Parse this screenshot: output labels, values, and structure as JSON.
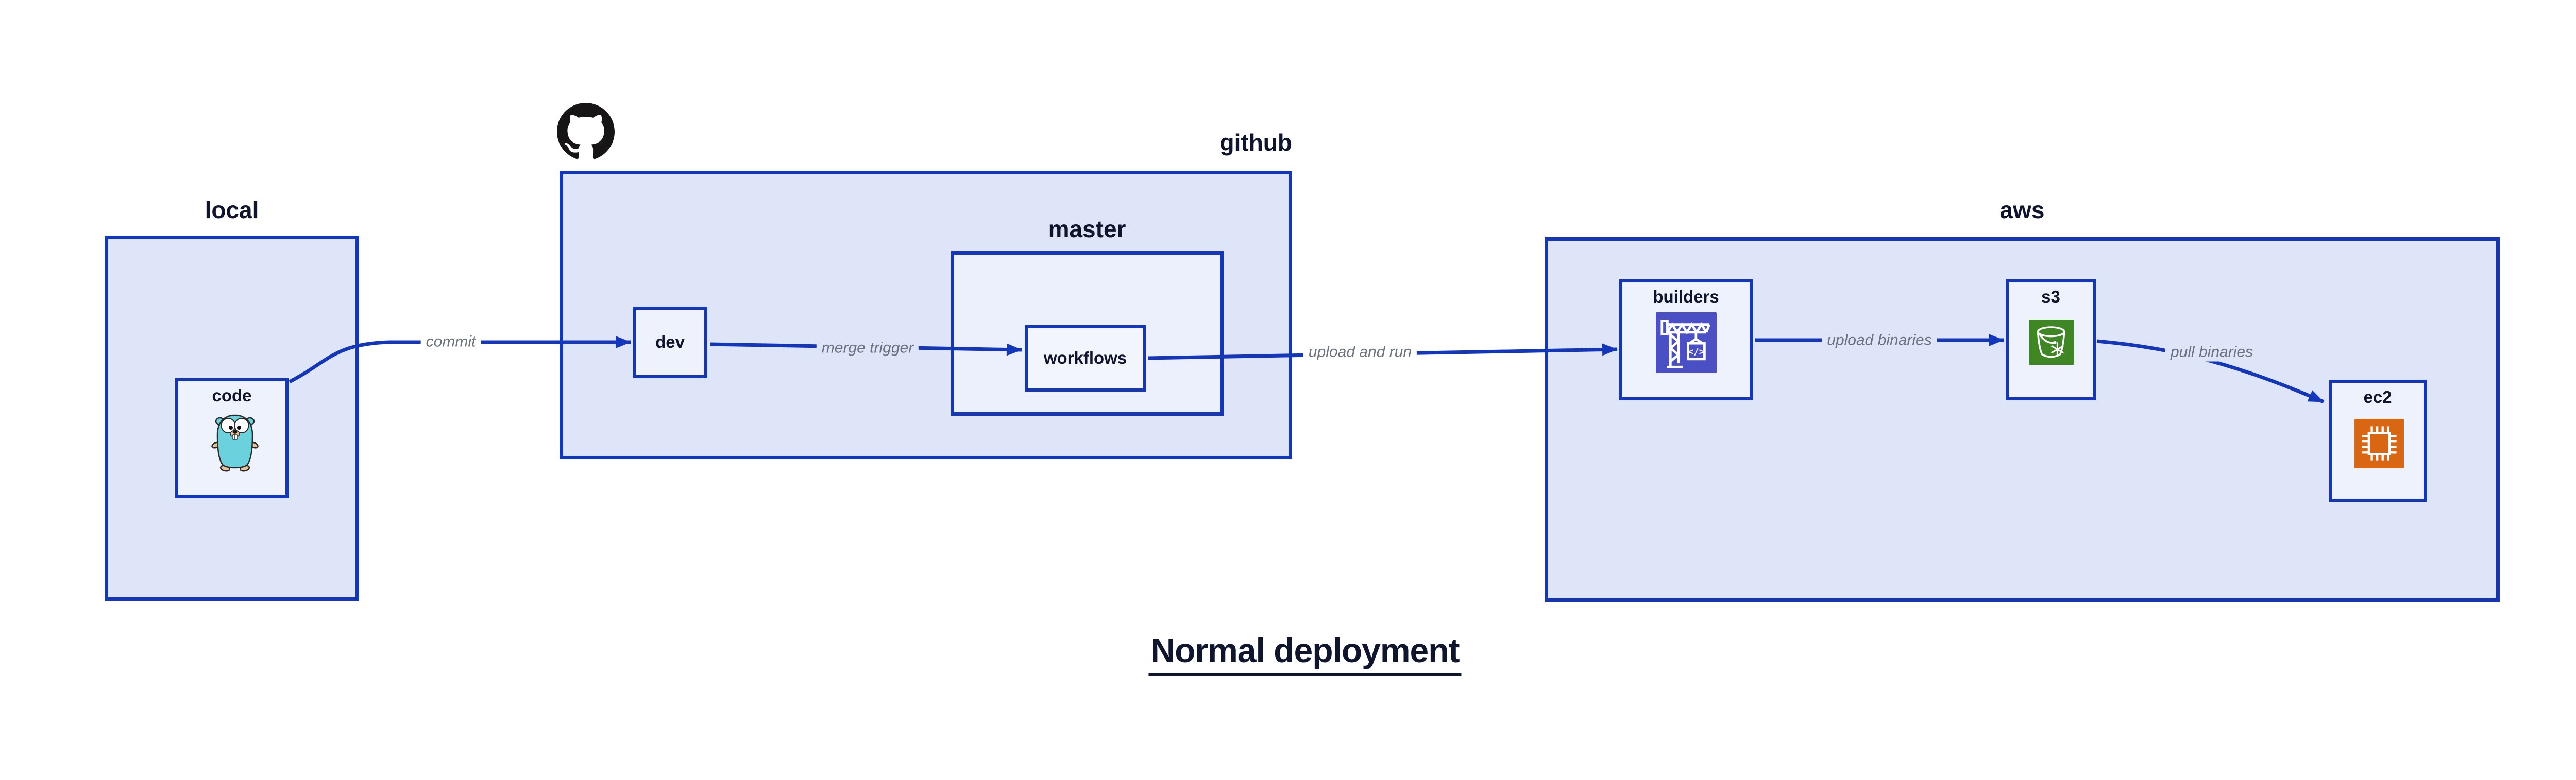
{
  "title": {
    "text": "Normal deployment"
  },
  "groups": {
    "local": {
      "label": "local"
    },
    "github": {
      "label": "github"
    },
    "master": {
      "label": "master"
    },
    "aws": {
      "label": "aws"
    }
  },
  "nodes": {
    "code": {
      "label": "code",
      "icon": "go-gopher"
    },
    "dev": {
      "label": "dev"
    },
    "workflows": {
      "label": "workflows"
    },
    "builders": {
      "label": "builders",
      "icon": "aws-codebuild-crane"
    },
    "s3": {
      "label": "s3",
      "icon": "aws-s3-glacier-bucket"
    },
    "ec2": {
      "label": "ec2",
      "icon": "aws-ec2-chip"
    }
  },
  "edges": [
    {
      "from": "code",
      "to": "dev",
      "label": "commit"
    },
    {
      "from": "dev",
      "to": "workflows",
      "label": "merge trigger"
    },
    {
      "from": "workflows",
      "to": "builders",
      "label": "upload and run"
    },
    {
      "from": "builders",
      "to": "s3",
      "label": "upload binaries"
    },
    {
      "from": "s3",
      "to": "ec2",
      "label": "pull binaries"
    }
  ],
  "colors": {
    "line": "#1436bb",
    "group_fill": "#dee5f9",
    "master_fill": "#ecf0fc",
    "node_fill": "#eef2fc",
    "workflows_fill": "#f3f5fd",
    "label_text": "#10152e",
    "edge_label_text": "#6a7280",
    "codebuild_purple": "#4a50c4",
    "s3_green": "#3f8624",
    "ec2_orange": "#d86613",
    "github_black": "#171515",
    "gopher_teal": "#6ad1dd",
    "canvas_bg": "#ffffff"
  }
}
